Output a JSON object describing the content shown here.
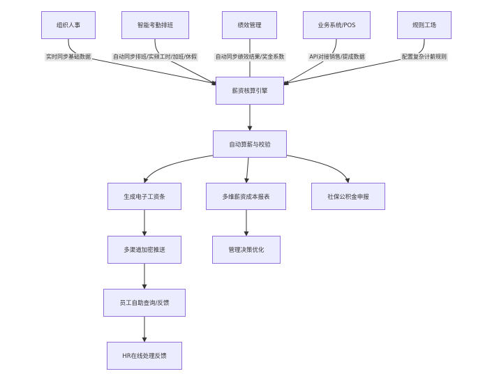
{
  "nodes": {
    "org": "组织人事",
    "attendance": "智能考勤排班",
    "performance": "绩效管理",
    "pos": "业务系统/POS",
    "rules": "规则工场",
    "engine": "薪资核算引擎",
    "calc": "自动算薪与校验",
    "payslip": "生成电子工资条",
    "cost_report": "多维薪资成本报表",
    "social": "社保公积金申报",
    "push": "多渠道加密推送",
    "decision": "管理决策优化",
    "selfservice": "员工自助查询/反馈",
    "hr": "HR在线处理反馈"
  },
  "edge_labels": {
    "org": "实时同步基础数据",
    "attendance": "自动同步排班/实频工时/加班/休假",
    "performance": "自动同步绩效结果/奖金系数",
    "pos": "API对接销售/提成数据",
    "rules": "配置复杂计薪规则"
  }
}
